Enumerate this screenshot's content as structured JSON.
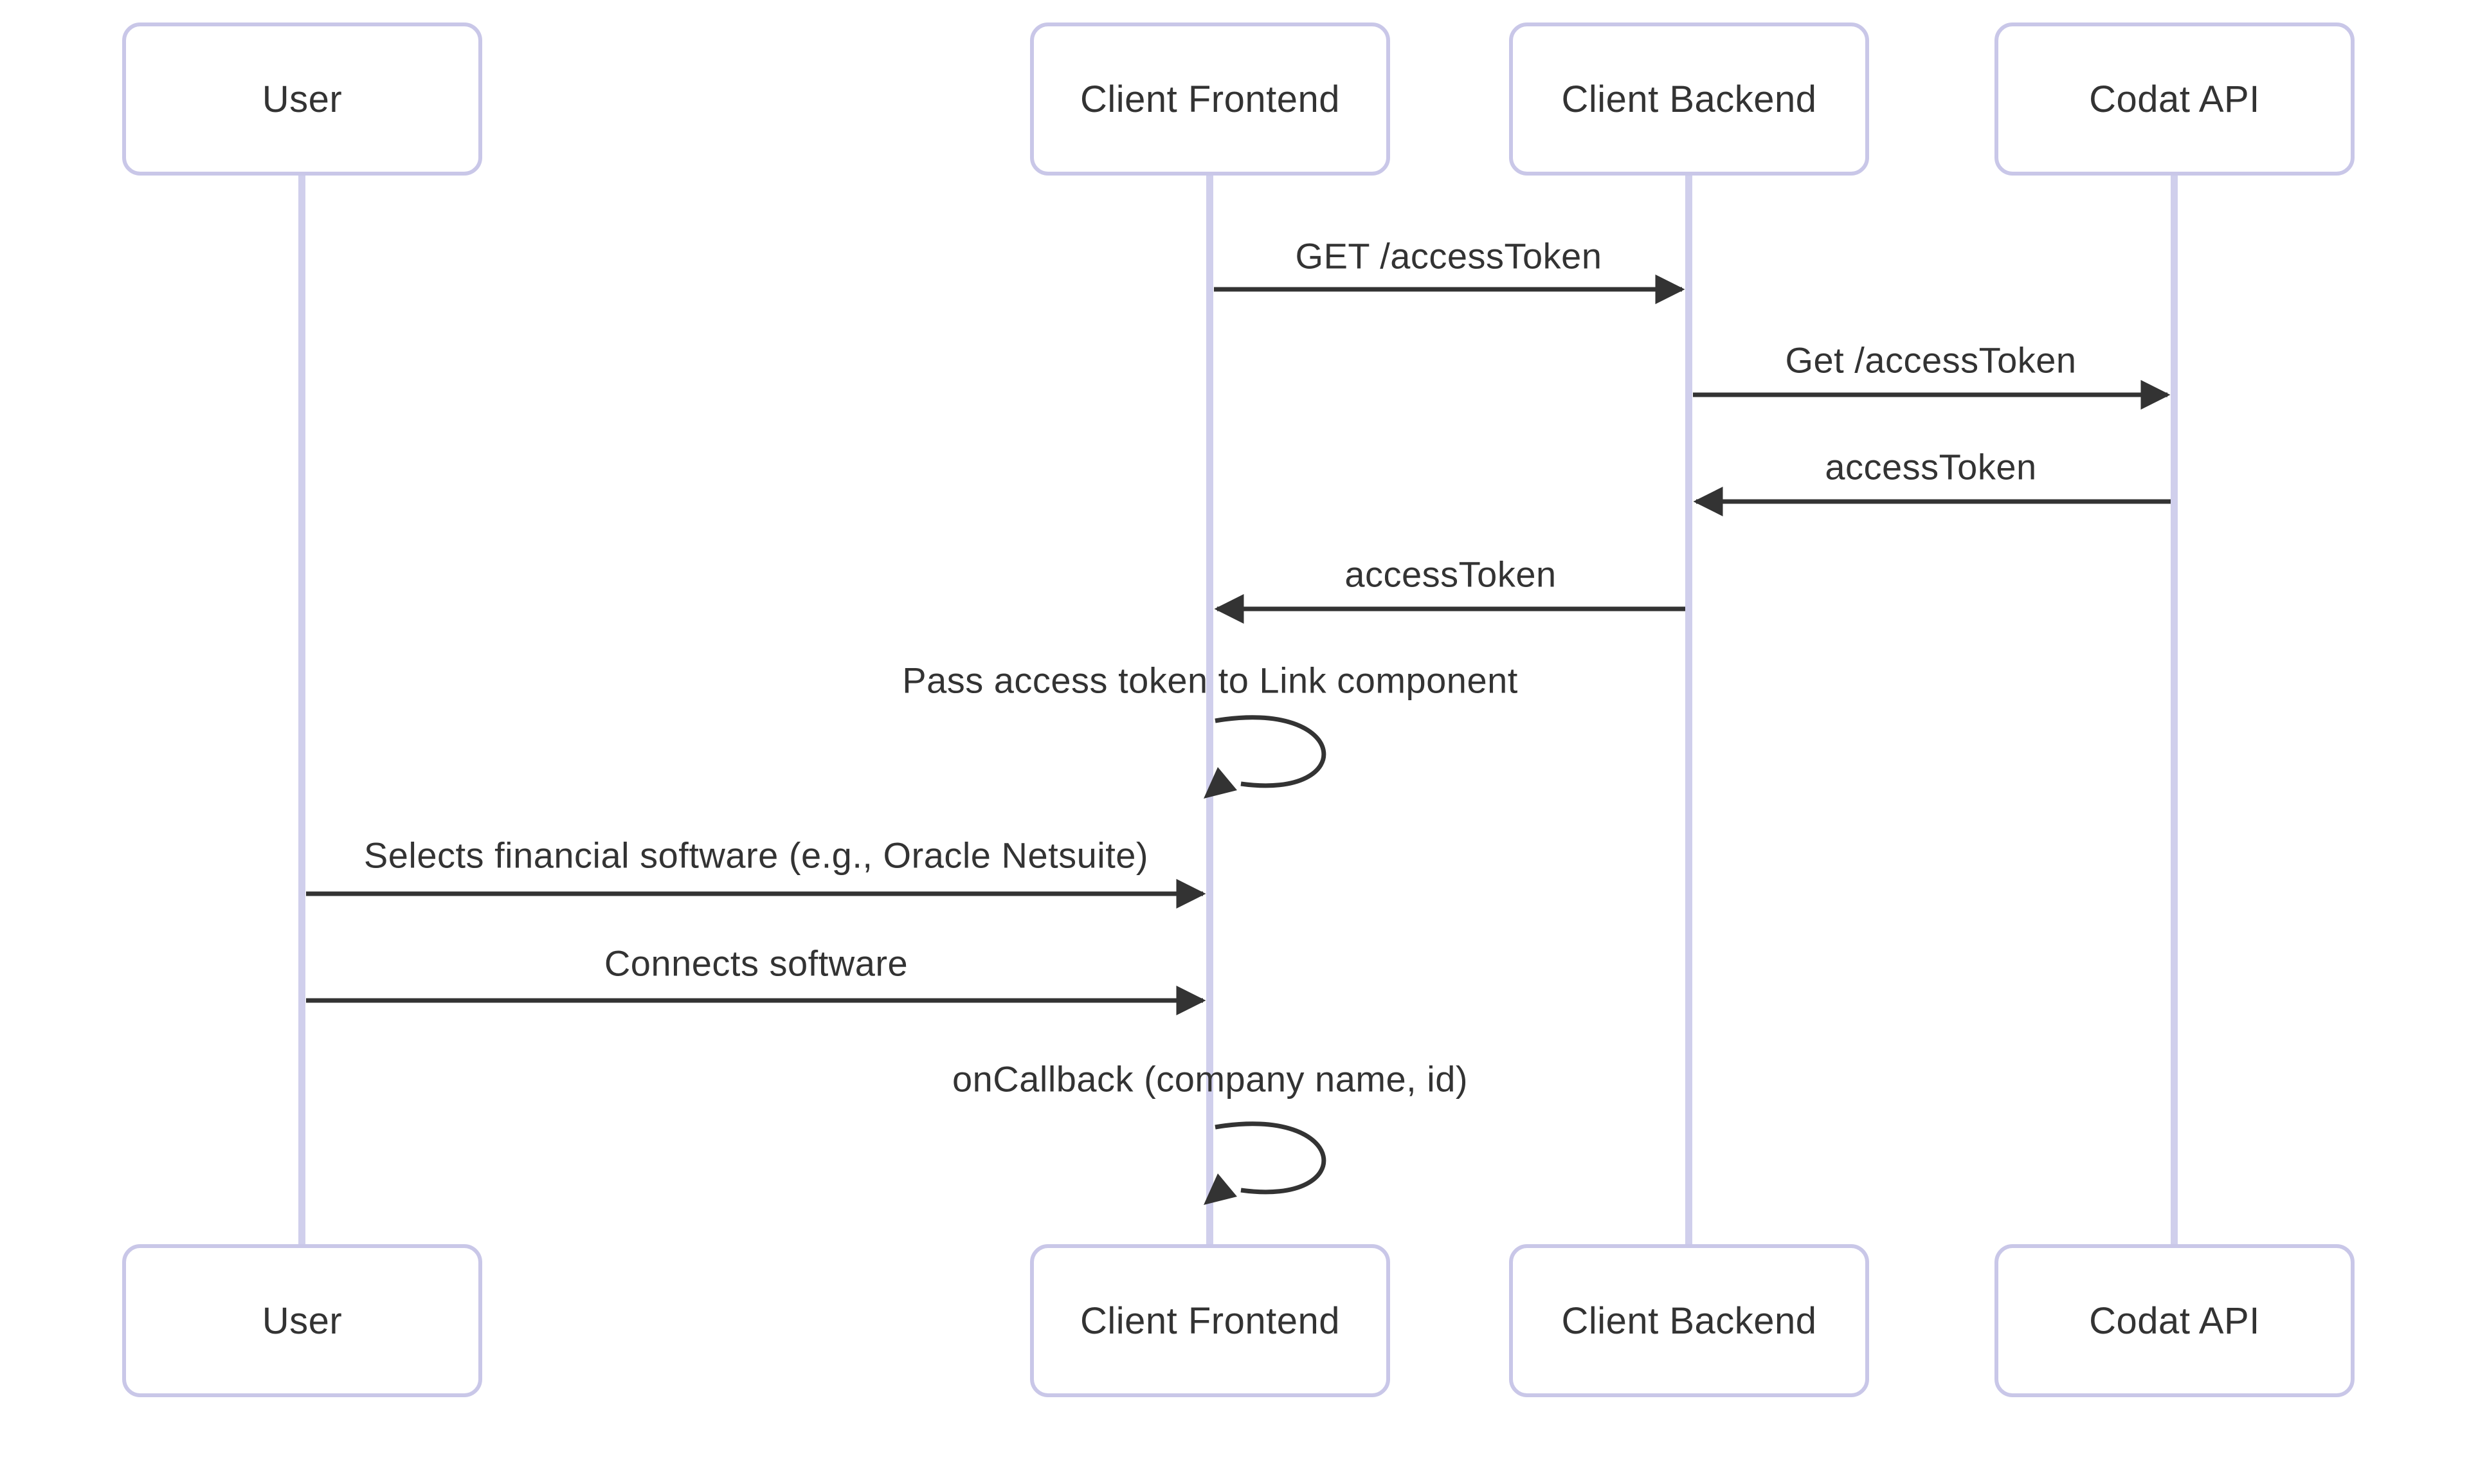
{
  "diagram": {
    "type": "sequence-diagram",
    "actors": [
      {
        "id": "user",
        "name": "User"
      },
      {
        "id": "client-frontend",
        "name": "Client Frontend"
      },
      {
        "id": "client-backend",
        "name": "Client Backend"
      },
      {
        "id": "codat-api",
        "name": "Codat API"
      }
    ],
    "messages": [
      {
        "from": "client-frontend",
        "to": "client-backend",
        "label": "GET /accessToken",
        "style": "solid-arrow"
      },
      {
        "from": "client-backend",
        "to": "codat-api",
        "label": "Get /accessToken",
        "style": "solid-arrow"
      },
      {
        "from": "codat-api",
        "to": "client-backend",
        "label": "accessToken",
        "style": "solid-arrow"
      },
      {
        "from": "client-backend",
        "to": "client-frontend",
        "label": "accessToken",
        "style": "solid-arrow"
      },
      {
        "from": "client-frontend",
        "to": "client-frontend",
        "label": "Pass access token to Link component",
        "style": "self-loop"
      },
      {
        "from": "user",
        "to": "client-frontend",
        "label": "Selects financial software (e.g., Oracle Netsuite)",
        "style": "solid-arrow"
      },
      {
        "from": "user",
        "to": "client-frontend",
        "label": "Connects software",
        "style": "solid-arrow"
      },
      {
        "from": "client-frontend",
        "to": "client-frontend",
        "label": "onCallback (company name, id)",
        "style": "self-loop"
      }
    ],
    "colors": {
      "background": "#ffffff",
      "actor_fill": "#ffffff",
      "actor_border": "#c9c7e8",
      "lifeline": "#d0cfec",
      "arrow": "#333333",
      "text": "#333333"
    }
  }
}
